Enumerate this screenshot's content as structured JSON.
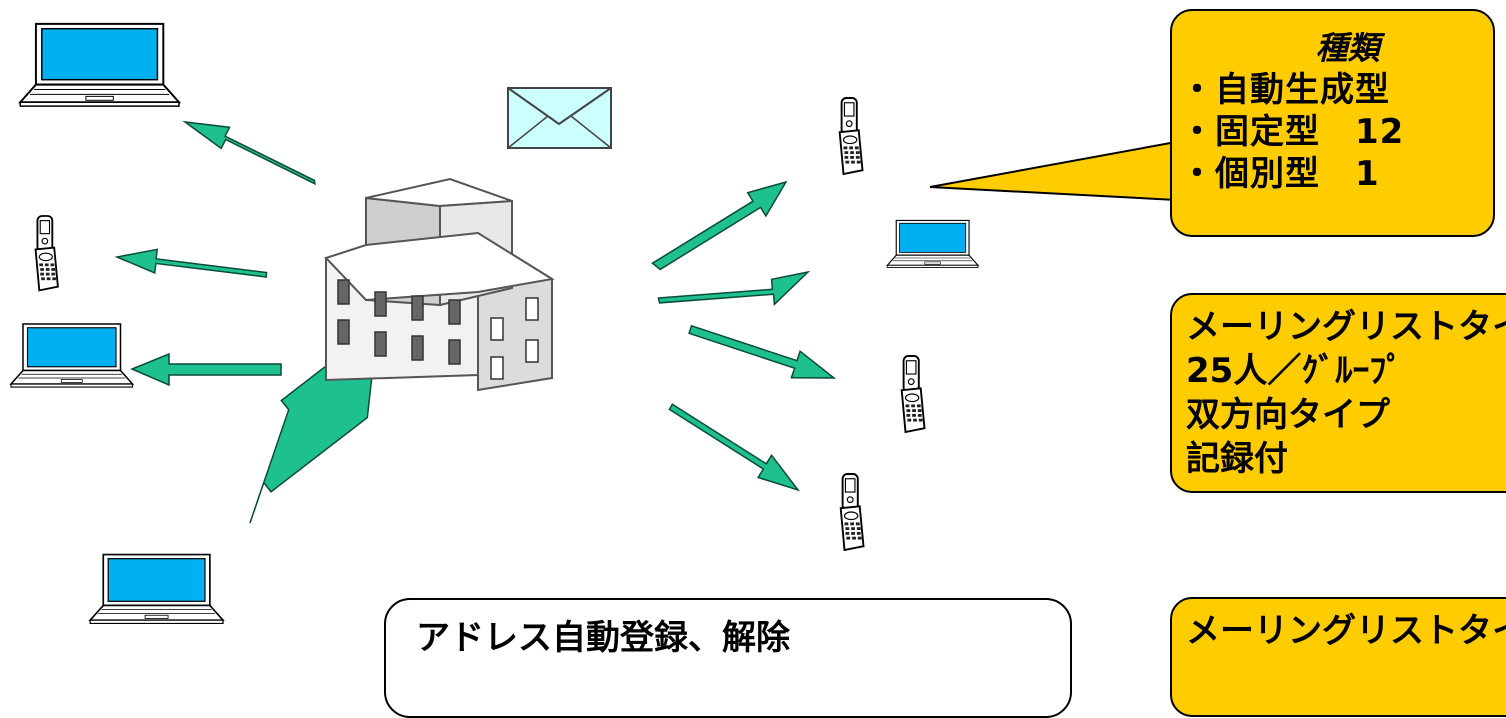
{
  "callout_types": {
    "title": "種類",
    "items": [
      "・自動生成型",
      "・固定型　12",
      "・個別型　1"
    ]
  },
  "mailing_box_1": {
    "lines": [
      "メーリングリストタイプ",
      "25人／ｸﾞﾙｰﾌﾟ",
      "双方向タイプ",
      "記録付"
    ]
  },
  "mailing_box_2": {
    "lines": [
      "メーリングリストタイプ"
    ]
  },
  "address_box": {
    "lines": [
      "アドレス自動登録、解除"
    ]
  },
  "colors": {
    "arrow": "#1FC08F",
    "callout": "#FFCC00",
    "screen": "#00B0F0",
    "envelope": "#CCFFFF"
  },
  "icons": [
    "laptop-icon",
    "mobile-phone-icon",
    "envelope-icon",
    "building-icon"
  ]
}
